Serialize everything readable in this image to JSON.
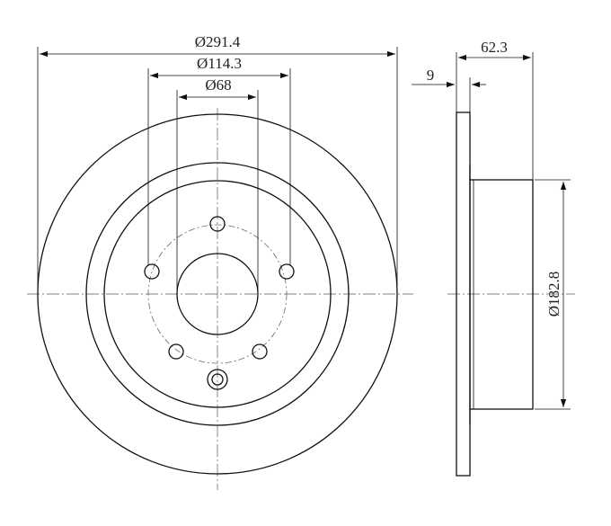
{
  "dimensions": {
    "outer_diameter": "Ø291.4",
    "bolt_circle_diameter": "Ø114.3",
    "center_bore_diameter": "Ø68",
    "overall_height": "62.3",
    "disc_thickness": "9",
    "hat_diameter": "Ø182.8"
  },
  "colors": {
    "line": "#111111",
    "background": "#ffffff"
  }
}
